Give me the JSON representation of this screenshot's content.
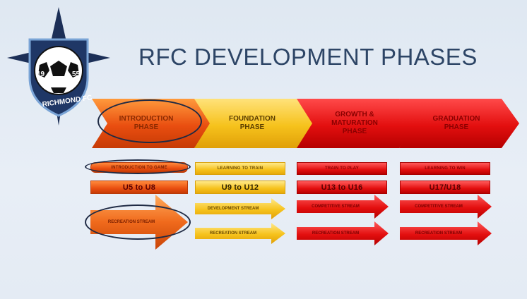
{
  "slide": {
    "title": "RFC DEVELOPMENT PHASES",
    "badge": {
      "club_text": "RICHMOND FC",
      "year_left": "19",
      "year_right": "55"
    }
  },
  "phases": [
    {
      "label": "INTRODUCTION\nPHASE",
      "color": "#e94e10"
    },
    {
      "label": "FOUNDATION\nPHASE",
      "color": "#f6c21c"
    },
    {
      "label": "GROWTH &\nMATURATION\nPHASE",
      "color": "#e30f0f"
    },
    {
      "label": "GRADUATION\nPHASE",
      "color": "#e30f0f"
    }
  ],
  "intro": {
    "stage": "INTRODUCTION TO GAME",
    "ages": "U5 to U8",
    "stream": "RECREATION STREAM"
  },
  "foundation": {
    "stage": "LEARNING TO TRAIN",
    "ages": "U9 to U12",
    "stream_dev": "DEVELOPMENT STREAM",
    "stream_rec": "RECREATION STREAM"
  },
  "growth": {
    "stage": "TRAIN TO PLAY",
    "ages": "U13 to U16",
    "stream_dev": "COMPETITIVE STREAM",
    "stream_rec": "RECREATION STREAM"
  },
  "graduation": {
    "stage": "LEARNING TO WIN",
    "ages": "U17/U18",
    "stream_dev": "COMPETITIVE STREAM",
    "stream_rec": "RECREATION STREAM"
  }
}
